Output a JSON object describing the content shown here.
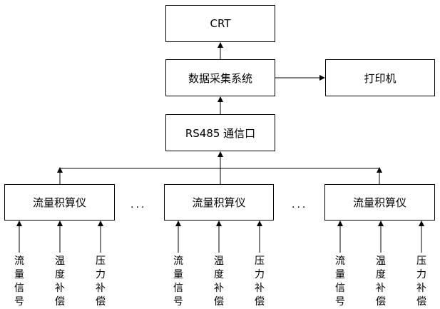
{
  "boxes": {
    "crt": "CRT",
    "daq": "数据采集系统",
    "printer": "打印机",
    "rs485": "RS485 通信口",
    "meter_left": "流量积算仪",
    "meter_middle": "流量积算仪",
    "meter_right": "流量积算仪"
  },
  "ellipsis": {
    "left": "...",
    "right": "..."
  },
  "inputs": {
    "left": [
      "流量信号",
      "温度补偿",
      "压力补偿"
    ],
    "middle": [
      "流量信号",
      "温度补偿",
      "压力补偿"
    ],
    "right": [
      "流量信号",
      "温度补偿",
      "压力补偿"
    ]
  }
}
